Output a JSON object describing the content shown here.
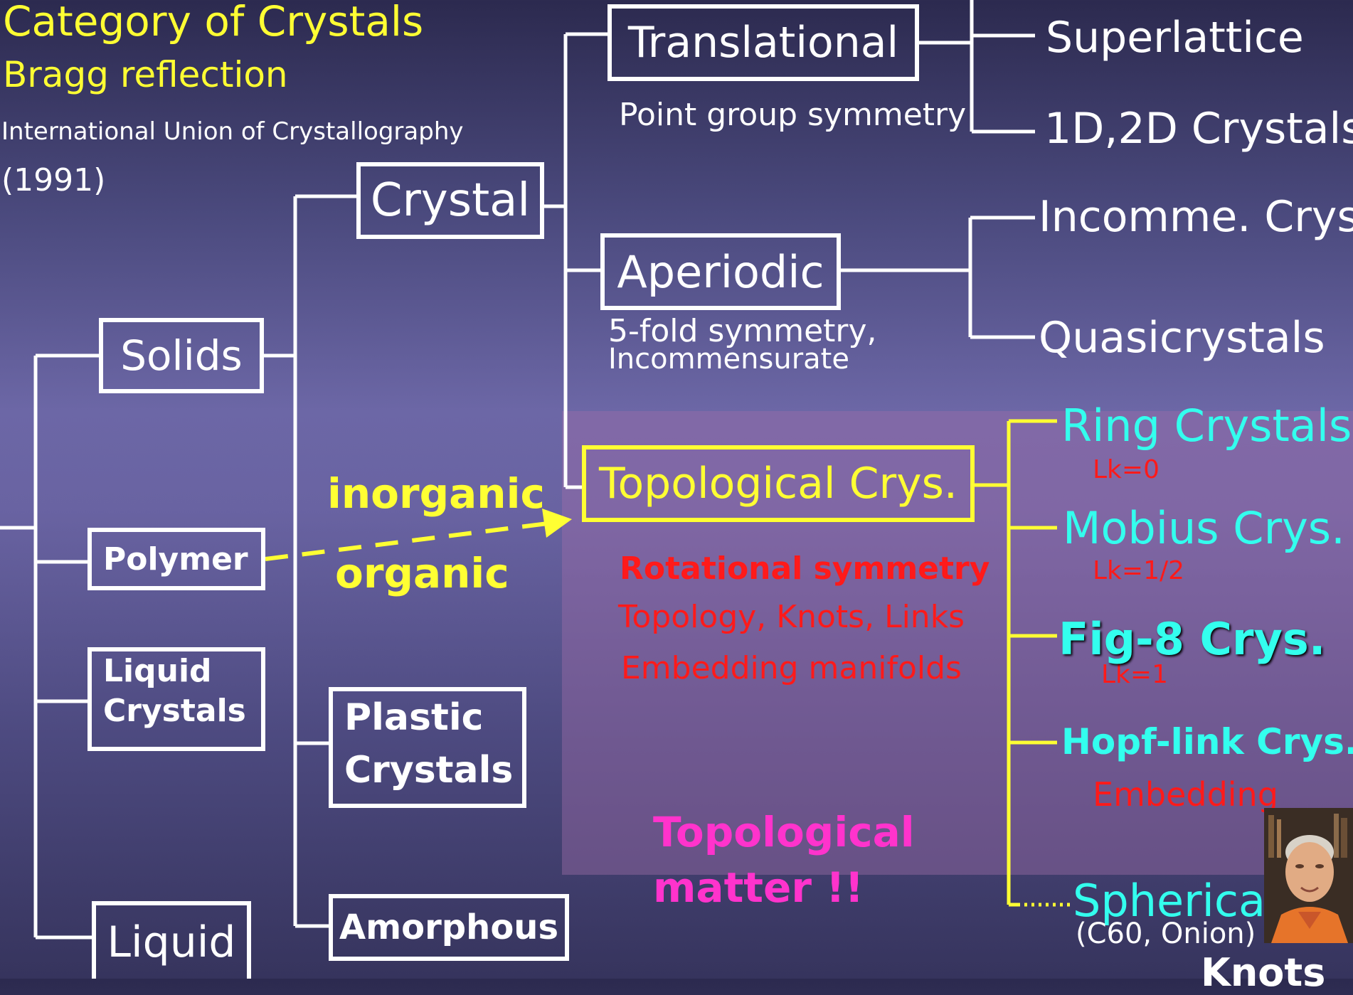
{
  "header": {
    "title": "Category of Crystals",
    "subtitle": "Bragg reflection",
    "org": "International Union of Crystallography",
    "year": "(1991)"
  },
  "nodes": {
    "solids": "Solids",
    "polymer": "Polymer",
    "liquid_crystals_1": "Liquid",
    "liquid_crystals_2": "Crystals",
    "liquid": "Liquid",
    "crystal": "Crystal",
    "plastic_crystals_1": "Plastic",
    "plastic_crystals_2": "Crystals",
    "amorphous": "Amorphous",
    "translational": "Translational",
    "aperiodic": "Aperiodic",
    "topological": "Topological Crys."
  },
  "labels": {
    "inorganic": "inorganic",
    "organic": "organic",
    "point_group": "Point group symmetry",
    "fivefold_1": "5-fold symmetry,",
    "fivefold_2": "Incommensurate",
    "rotational": "Rotational symmetry",
    "topology": "Topology, Knots, Links",
    "embedding_manifolds": "Embedding manifolds",
    "topo_matter_1": "Topological",
    "topo_matter_2": "matter !!"
  },
  "leaves": {
    "superlattice": "Superlattice",
    "crystals_1d2d": "1D,2D Crystals",
    "incomme": "Incomme. Crys",
    "quasicrystals": "Quasicrystals",
    "ring": "Ring Crystals",
    "ring_lk": "Lk=0",
    "mobius": "Mobius Crys.",
    "mobius_lk": "Lk=1/2",
    "fig8": "Fig-8 Crys.",
    "fig8_lk": "Lk=1",
    "hopf": "Hopf-link Crys.",
    "hopf_sub": "Embedding",
    "spherical": "Spherical",
    "spherical_sub": "(C60, Onion)",
    "knots": "Knots"
  },
  "colors": {
    "white": "#ffffff",
    "yellow": "#ffff33",
    "cyan": "#33ffee",
    "red": "#ff1a1a",
    "magenta": "#ff33cc"
  }
}
